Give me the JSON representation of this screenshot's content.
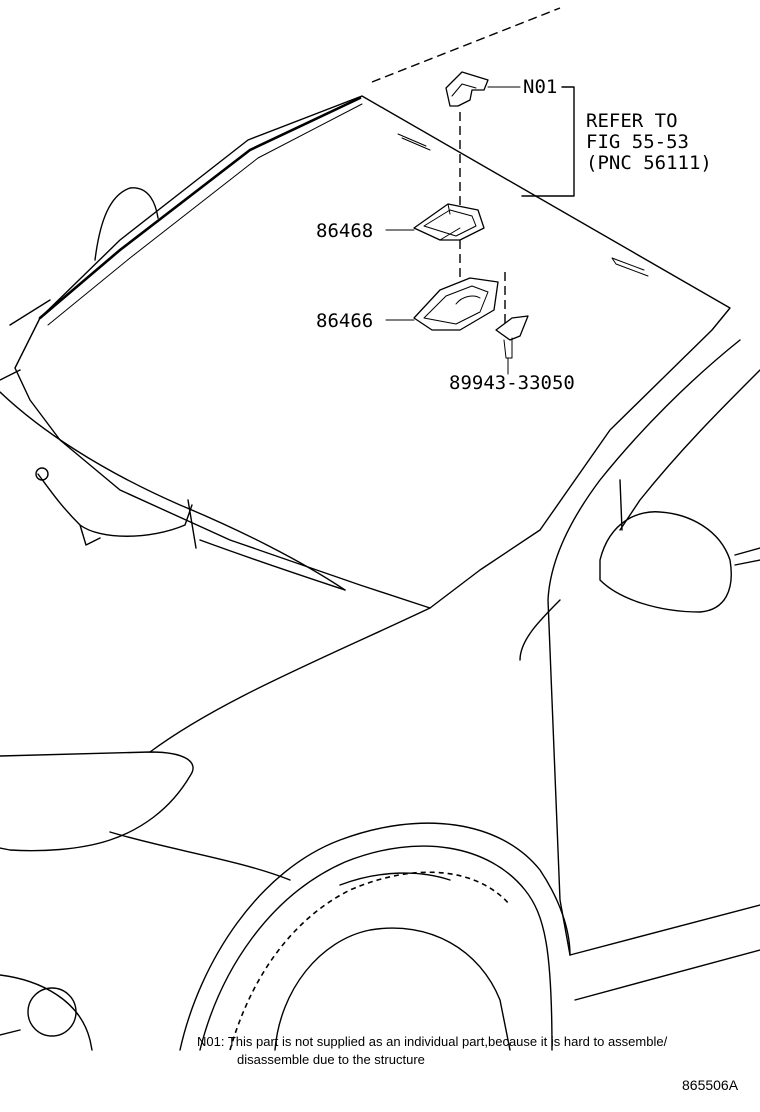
{
  "callouts": {
    "part_n01": "N01",
    "part_86468": "86468",
    "part_86466": "86466",
    "part_89943": "89943-33050"
  },
  "reference": {
    "line1": "REFER TO",
    "line2": "FIG 55-53",
    "line3": "(PNC 56111)"
  },
  "footnote": {
    "line1": "N01: This part is not supplied as an individual part,because it is hard to assemble/",
    "line2": "disassemble due to the structure"
  },
  "illustration_code": "865506A"
}
